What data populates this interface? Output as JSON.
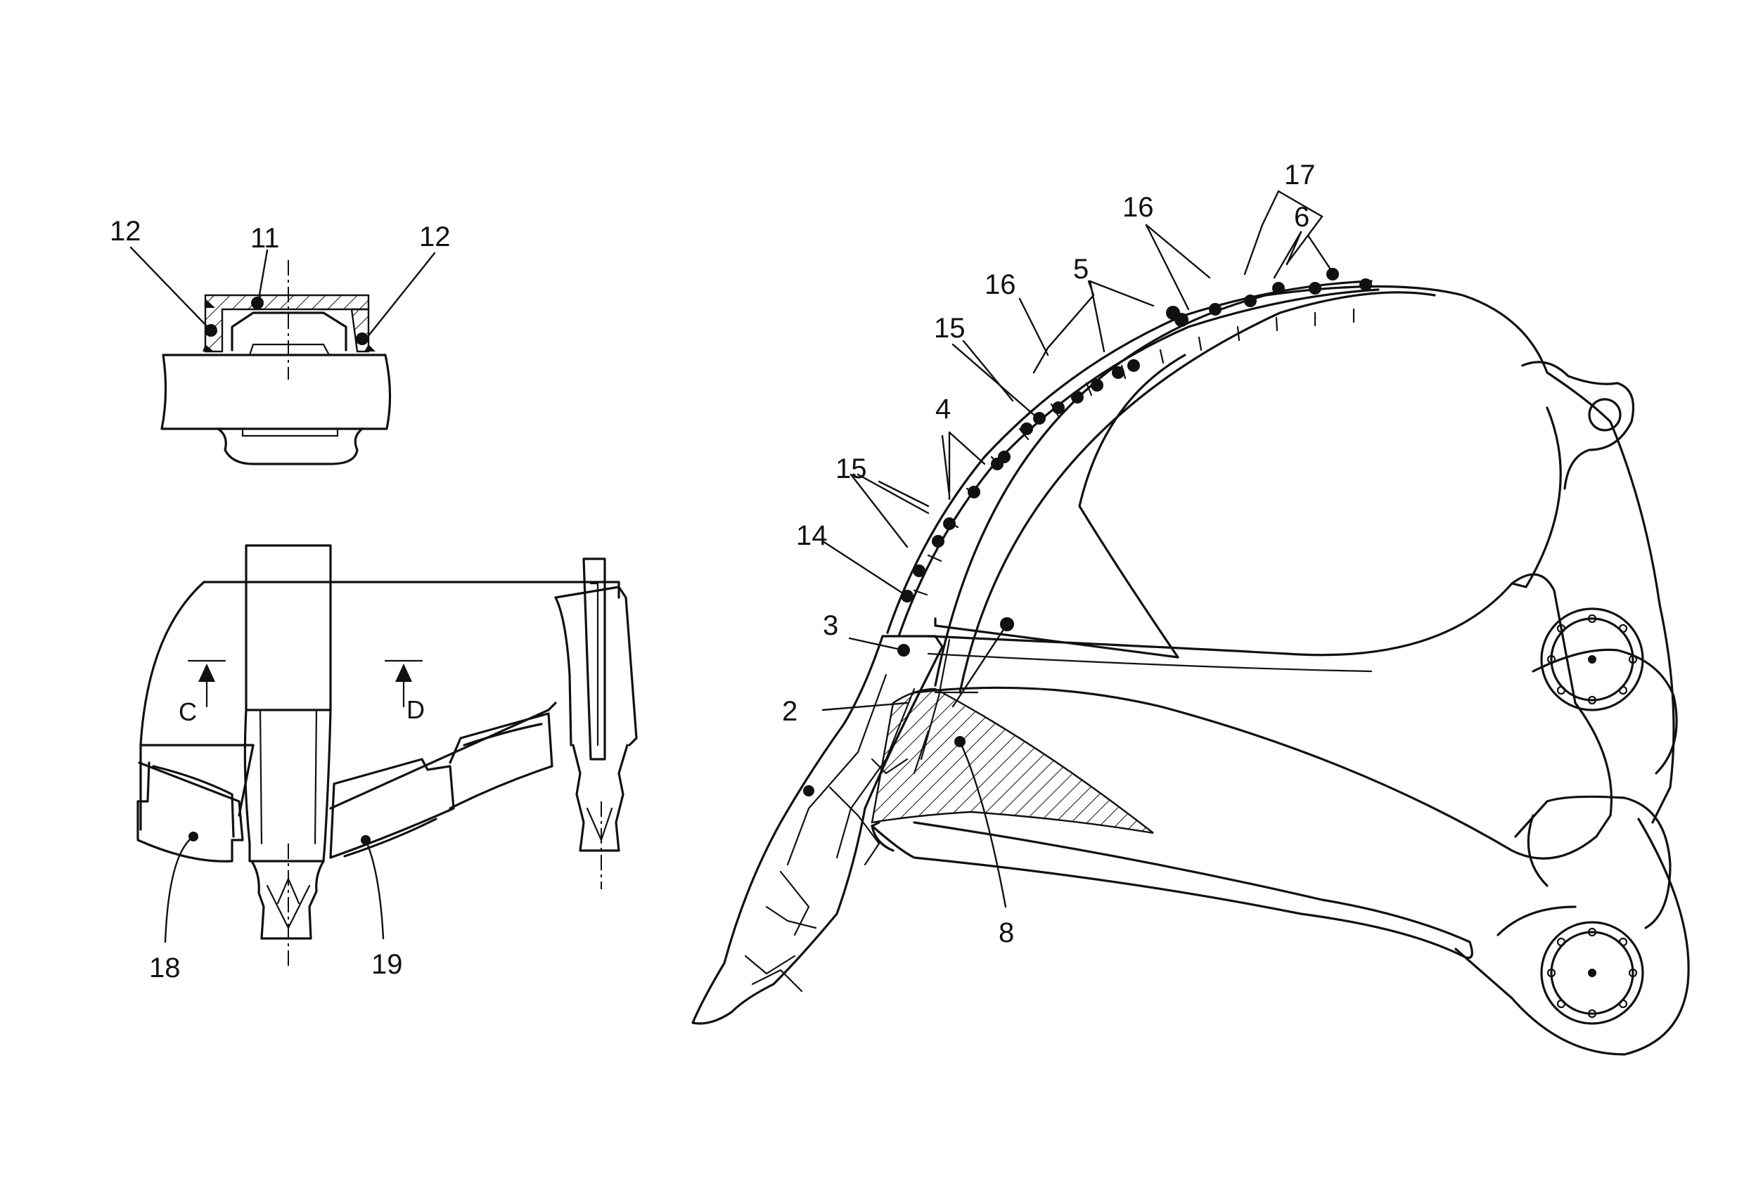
{
  "callouts": {
    "n2": "2",
    "n3": "3",
    "n4": "4",
    "n5": "5",
    "n6": "6",
    "n8": "8",
    "n11": "11",
    "n12_left": "12",
    "n12_right": "12",
    "n14": "14",
    "n15_upper": "15",
    "n15_lower": "15",
    "n16_left": "16",
    "n16_right": "16",
    "n17": "17",
    "n18": "18",
    "n19": "19"
  },
  "section_marks": {
    "c": "C",
    "d": "D"
  }
}
